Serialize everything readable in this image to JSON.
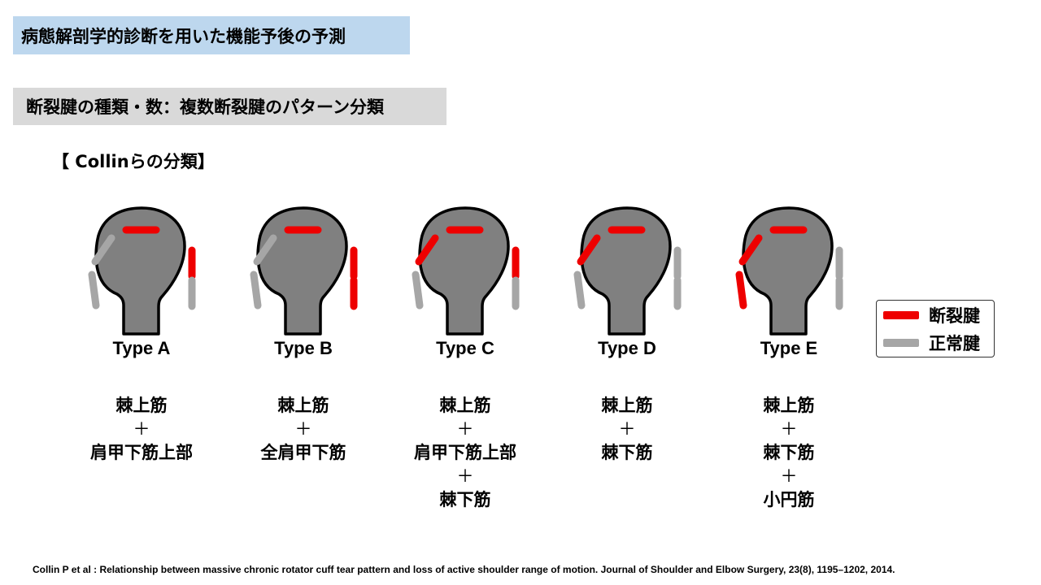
{
  "title": "病態解剖学的診断を用いた機能予後の予測",
  "subtitle": "断裂腱の種類・数：複数断裂腱のパターン分類",
  "section_heading": "【 Collinらの分類】",
  "colors": {
    "torn": "#ee0000",
    "normal": "#a6a6a6",
    "humerus_fill": "#808080",
    "humerus_stroke": "#000000",
    "title_bg": "#bdd7ee",
    "subtitle_bg": "#d9d9d9"
  },
  "legend": {
    "torn_label": "断裂腱",
    "normal_label": "正常腱"
  },
  "types": [
    {
      "label": "Type A",
      "muscles": [
        "棘上筋",
        "肩甲下筋上部"
      ],
      "tendons": {
        "supraspinatus": "torn",
        "infraspinatus": "normal",
        "teres_minor": "normal",
        "subscap_upper": "torn",
        "subscap_lower": "normal"
      }
    },
    {
      "label": "Type B",
      "muscles": [
        "棘上筋",
        "全肩甲下筋"
      ],
      "tendons": {
        "supraspinatus": "torn",
        "infraspinatus": "normal",
        "teres_minor": "normal",
        "subscap_upper": "torn",
        "subscap_lower": "torn"
      }
    },
    {
      "label": "Type C",
      "muscles": [
        "棘上筋",
        "肩甲下筋上部",
        "棘下筋"
      ],
      "tendons": {
        "supraspinatus": "torn",
        "infraspinatus": "torn",
        "teres_minor": "normal",
        "subscap_upper": "torn",
        "subscap_lower": "normal"
      }
    },
    {
      "label": "Type D",
      "muscles": [
        "棘上筋",
        "棘下筋"
      ],
      "tendons": {
        "supraspinatus": "torn",
        "infraspinatus": "torn",
        "teres_minor": "normal",
        "subscap_upper": "normal",
        "subscap_lower": "normal"
      }
    },
    {
      "label": "Type E",
      "muscles": [
        "棘上筋",
        "棘下筋",
        "小円筋"
      ],
      "tendons": {
        "supraspinatus": "torn",
        "infraspinatus": "torn",
        "teres_minor": "torn",
        "subscap_upper": "normal",
        "subscap_lower": "normal"
      }
    }
  ],
  "plus_sign": "＋",
  "citation": "Collin P et al : Relationship between massive chronic rotator cuff tear pattern and loss of active shoulder range of motion. Journal of Shoulder and Elbow Surgery, 23(8), 1195–1202, 2014."
}
